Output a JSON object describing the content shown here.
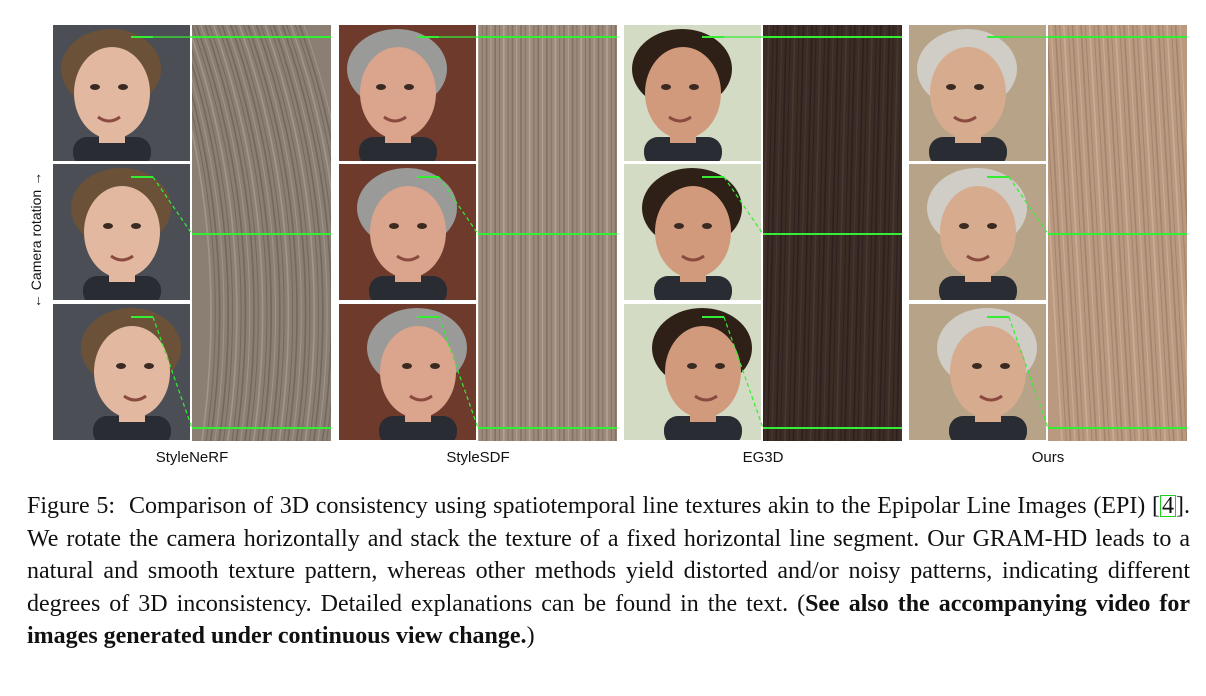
{
  "figure": {
    "axis_label": "← Camera rotation →",
    "methods": [
      {
        "label": "StyleNeRF",
        "bg": "#4b4f55",
        "skin": "#e2b9a0",
        "hair": "#6b5138",
        "epi_base": "#8a7f72",
        "epi_dark": "#5e554b",
        "epi_light": "#b5aa9c"
      },
      {
        "label": "StyleSDF",
        "bg": "#6e3a2c",
        "skin": "#dba48c",
        "hair": "#9a9a98",
        "epi_base": "#9c8a7c",
        "epi_dark": "#6e5e52",
        "epi_light": "#c8b6a6"
      },
      {
        "label": "EG3D",
        "bg": "#d4dbc4",
        "skin": "#d19a7c",
        "hair": "#2e2016",
        "epi_base": "#3c2c26",
        "epi_dark": "#22171a",
        "epi_light": "#57423a"
      },
      {
        "label": "Ours",
        "bg": "#b7a488",
        "skin": "#d7ab8e",
        "hair": "#d0ccc6",
        "epi_base": "#b99a80",
        "epi_dark": "#8f7360",
        "epi_light": "#d8bea4"
      }
    ],
    "guide_color": "#33ee33"
  },
  "caption": {
    "fig_no": "Figure 5:",
    "text_1": "Comparison of 3D consistency using spatiotemporal line textures akin to the Epipolar Line Images (EPI) [",
    "cite": "4",
    "text_2": "]. We rotate the camera horizontally and stack the texture of a fixed horizontal line segment. Our GRAM-HD leads to a natural and smooth texture pattern, whereas other methods yield distorted and/or noisy patterns, indicating different degrees of 3D inconsistency. Detailed explanations can be found in the text. (",
    "bold": "See also the accompanying video for images generated under continuous view change.",
    "text_3": ")"
  }
}
